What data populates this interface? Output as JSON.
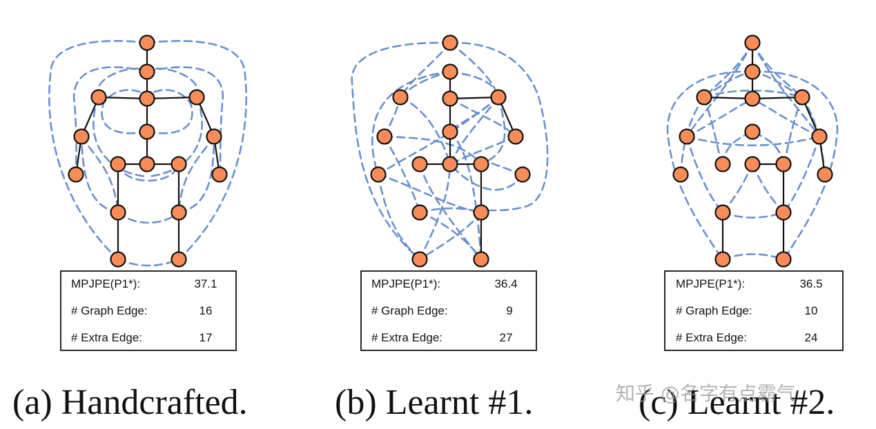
{
  "panels": [
    {
      "caption": "(a) Handcrafted.",
      "stats": [
        {
          "label": "MPJPE(P1*):",
          "value": "37.1"
        },
        {
          "label": "# Graph Edge:",
          "value": "16"
        },
        {
          "label": "# Extra Edge:",
          "value": "17"
        }
      ]
    },
    {
      "caption": "(b) Learnt #1.",
      "stats": [
        {
          "label": "MPJPE(P1*):",
          "value": "36.4"
        },
        {
          "label": "# Graph Edge:",
          "value": "9"
        },
        {
          "label": "# Extra Edge:",
          "value": "27"
        }
      ]
    },
    {
      "caption": "(c) Learnt #2.",
      "stats": [
        {
          "label": "MPJPE(P1*):",
          "value": "36.5"
        },
        {
          "label": "# Graph Edge:",
          "value": "10"
        },
        {
          "label": "# Extra Edge:",
          "value": "24"
        }
      ]
    }
  ],
  "watermark": "知乎 @名字有点霸气",
  "colors": {
    "joint_fill": "#FA8C58",
    "joint_stroke": "#111111",
    "graph_edge": "#111111",
    "extra_edge": "#6A8FCC"
  }
}
